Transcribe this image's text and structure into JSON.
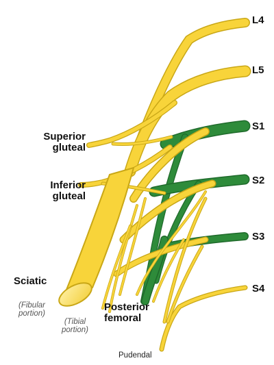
{
  "colors": {
    "nerve_yellow": "#f8d43a",
    "nerve_outline": "#c9a716",
    "nerve_green": "#2e8b3a",
    "nerve_green_outline": "#1f6a2b",
    "cut_end": "#fbe58a"
  },
  "roots": {
    "L4": "L4",
    "L5": "L5",
    "S1": "S1",
    "S2": "S2",
    "S3": "S3",
    "S4": "S4"
  },
  "branches": {
    "superior_gluteal": [
      "Superior",
      "gluteal"
    ],
    "inferior_gluteal": [
      "Inferior",
      "gluteal"
    ],
    "sciatic": "Sciatic",
    "fibular_portion": [
      "(Fibular",
      "portion)"
    ],
    "tibial_portion": [
      "(Tibial",
      "portion)"
    ],
    "posterior_femoral": [
      "Posterior",
      "femoral"
    ],
    "pudendal": "Pudendal"
  }
}
